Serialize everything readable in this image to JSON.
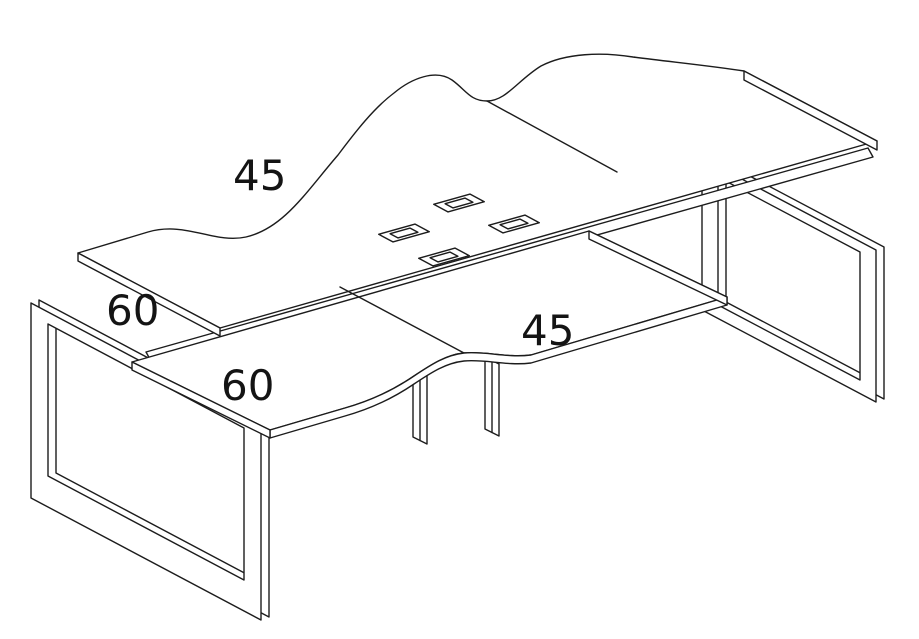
{
  "page": {
    "background_color": "#ffffff"
  },
  "drawing": {
    "line_color": "#1c1c1c",
    "surface_fill": "#ffffff",
    "labels": [
      {
        "text": "45"
      },
      {
        "text": "60"
      },
      {
        "text": "60"
      },
      {
        "text": "45"
      }
    ]
  }
}
